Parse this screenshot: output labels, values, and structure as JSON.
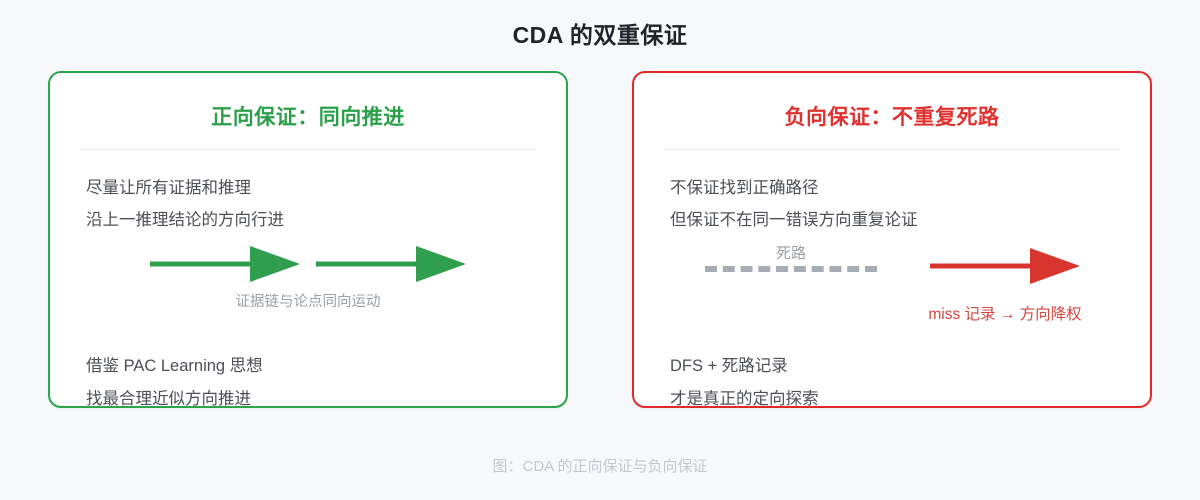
{
  "title": "CDA 的双重保证",
  "footer_caption": "图：CDA 的正向保证与负向保证",
  "colors": {
    "page_background": "#f6f8fa",
    "positive_accent": "#2aa54c",
    "negative_accent": "#e02a28",
    "body_text": "#4c4f54",
    "muted_text": "#9aa0a6",
    "footer_text": "#c2c8cf",
    "dashed_line": "#a7adb4",
    "miss_text": "#d6443f"
  },
  "cards": [
    {
      "id": "positive",
      "title": "正向保证：同向推进",
      "top_lines": [
        "尽量让所有证据和推理",
        "沿上一推理结论的方向行进"
      ],
      "figure": {
        "kind": "two-arrows",
        "arrow_icons": [
          "green-arrow-right-icon",
          "green-arrow-right-icon"
        ],
        "caption": "证据链与论点同向运动"
      },
      "bottom_lines": [
        "借鉴 PAC Learning 思想",
        "找最合理近似方向推进"
      ]
    },
    {
      "id": "negative",
      "title": "负向保证：不重复死路",
      "top_lines": [
        "不保证找到正确路径",
        "但保证不在同一错误方向重复论证"
      ],
      "figure": {
        "kind": "dead-end-and-arrow",
        "dead_end_label": "死路",
        "dashed_icon": "gray-dashed-line-icon",
        "arrow_icon": "red-arrow-right-icon",
        "arrow_caption": "miss 记录 → 方向降权"
      },
      "bottom_lines": [
        "DFS + 死路记录",
        "才是真正的定向探索"
      ]
    }
  ]
}
